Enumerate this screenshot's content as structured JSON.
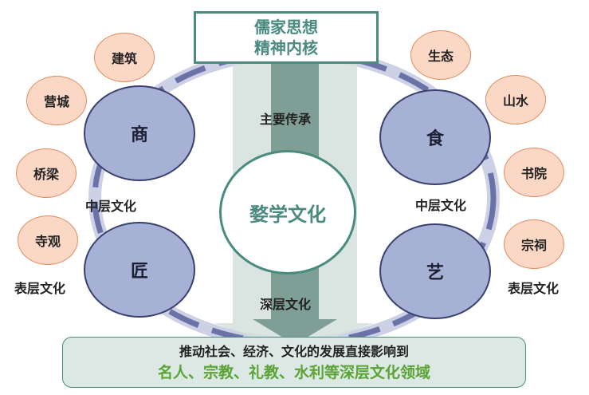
{
  "core": {
    "line1": "儒家思想",
    "line2": "精神内核"
  },
  "center": "婺学文化",
  "arrow_labels": {
    "upper": "主要传承",
    "lower": "深层文化"
  },
  "big_nodes": {
    "shang": "商",
    "jiang": "匠",
    "shi": "食",
    "yi": "艺"
  },
  "small_nodes": {
    "jianzhu": "建筑",
    "yingcheng": "营城",
    "qiaoliang": "桥梁",
    "siguan": "寺观",
    "shengtai": "生态",
    "shanshui": "山水",
    "shuyuan": "书院",
    "zongci": "宗祠"
  },
  "layer_labels": {
    "middle_left": "中层文化",
    "surface_left": "表层文化",
    "middle_right": "中层文化",
    "surface_right": "表层文化"
  },
  "bottom": {
    "line1": "推动社会、经济、文化的发展直接影响到",
    "line2": "名人、宗教、礼教、水利等深层文化领域"
  },
  "colors": {
    "teal": "#4a8b80",
    "ring": "#6b72a8",
    "ring_light": "#cdd1e6",
    "big_oval_fill": "#a7b1d6",
    "small_oval_fill": "#fbd8c6",
    "arrow_light": "#d3e0dc",
    "arrow_dark": "#7f9e95",
    "highlight_green": "#5aa334"
  }
}
